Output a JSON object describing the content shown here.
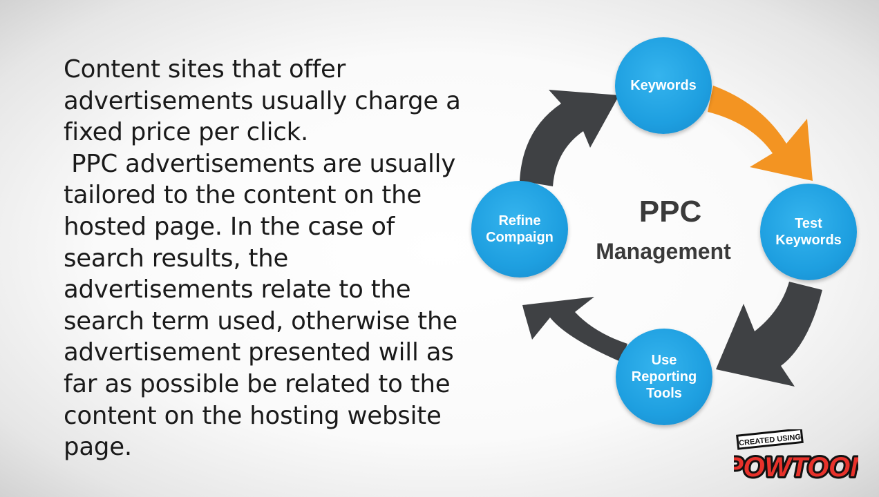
{
  "body_text": {
    "lines": [
      "Content sites that offer",
      "advertisements usually charge a",
      "fixed price per click.",
      " PPC advertisements are usually",
      "tailored to the content on the",
      "hosted page. In the case of",
      "search results, the",
      "advertisements relate to the",
      "search term used, otherwise the",
      "advertisement presented will as",
      "far as possible be related to the",
      "content on the hosting website",
      "page."
    ]
  },
  "diagram": {
    "center_title": "PPC",
    "center_subtitle": "Management",
    "nodes": {
      "keywords": [
        "Keywords"
      ],
      "test_keywords": [
        "Test",
        "Keywords"
      ],
      "use_reporting_tools": [
        "Use",
        "Reporting",
        "Tools"
      ],
      "refine_compaign": [
        "Refine",
        "Compaign"
      ]
    },
    "colors": {
      "node": "#1e9fe0",
      "arrow_dark": "#3f4144",
      "arrow_highlight": "#f39422"
    }
  },
  "watermark": {
    "top": "CREATED USING",
    "bottom": "POWTOON"
  }
}
